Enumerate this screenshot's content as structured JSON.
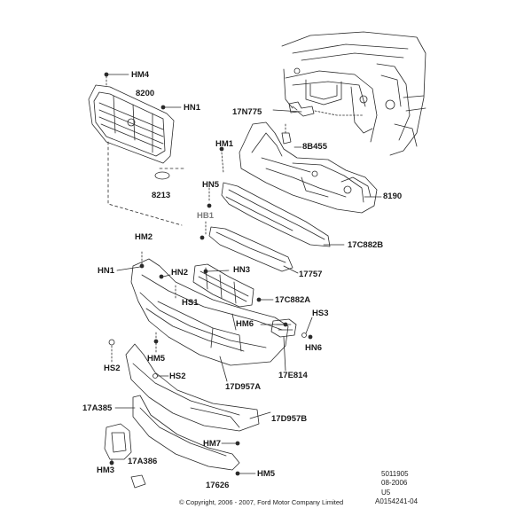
{
  "labels": {
    "hm4": "HM4",
    "p8200": "8200",
    "hn1_top": "HN1",
    "p17n775": "17N775",
    "hm1": "HM1",
    "p8b455": "8B455",
    "p8213": "8213",
    "hn5_top": "HN5",
    "p8190": "8190",
    "hb1": "HB1",
    "p17c882b": "17C882B",
    "hm2": "HM2",
    "hn1_left": "HN1",
    "hn2": "HN2",
    "hn3": "HN3",
    "p17757": "17757",
    "hs1": "HS1",
    "p17c882a": "17C882A",
    "hm6": "HM6",
    "hs3": "HS3",
    "hn6": "HN6",
    "hm5_mid": "HM5",
    "hs2_left": "HS2",
    "hs2_right": "HS2",
    "p17e814": "17E814",
    "p17d957a": "17D957A",
    "p17d957b": "17D957B",
    "p17a385": "17A385",
    "hm7": "HM7",
    "hm3": "HM3",
    "p17a386": "17A386",
    "hm5_bot": "HM5",
    "p17626": "17626"
  },
  "meta": {
    "line1": "5011905",
    "line2": "08-2006",
    "line3": "U5",
    "line4": "A0154241-04"
  },
  "copyright": "© Copyright, 2006 - 2007, Ford Motor Company Limited"
}
